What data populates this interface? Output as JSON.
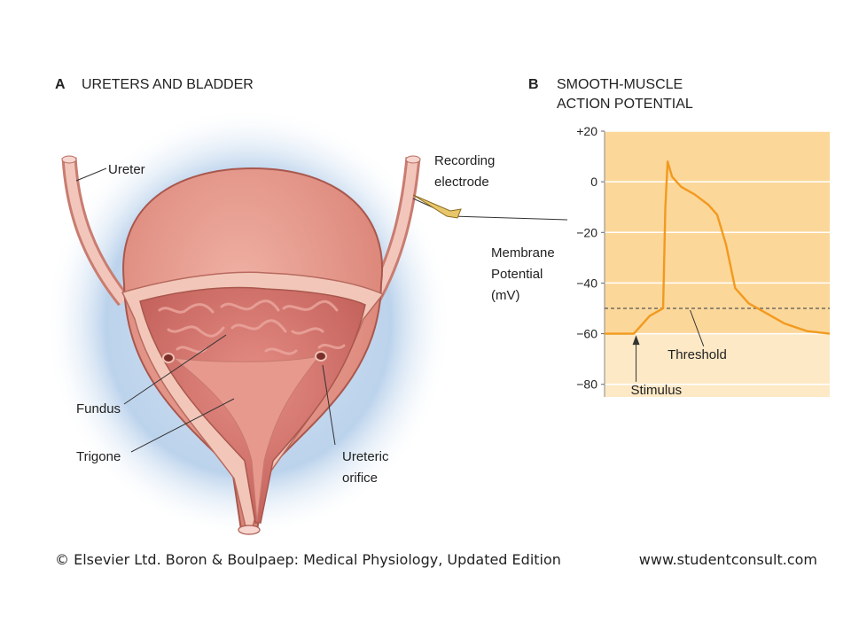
{
  "panel_a": {
    "letter": "A",
    "title": "URETERS AND BLADDER",
    "labels": {
      "ureter": "Ureter",
      "fundus": "Fundus",
      "trigone": "Trigone",
      "ureteric_orifice_line1": "Ureteric",
      "ureteric_orifice_line2": "orifice",
      "recording_line1": "Recording",
      "recording_line2": "electrode"
    }
  },
  "panel_b": {
    "letter": "B",
    "title_line1": "SMOOTH-MUSCLE",
    "title_line2": "ACTION POTENTIAL",
    "ylabel_line1": "Membrane",
    "ylabel_line2": "Potential",
    "ylabel_line3": "(mV)",
    "threshold_label": "Threshold",
    "stimulus_label": "Stimulus"
  },
  "chart_data": {
    "type": "line",
    "ylabel": "Membrane Potential (mV)",
    "ylim": [
      -85,
      20
    ],
    "xlim": [
      0,
      100
    ],
    "yticks": [
      20,
      0,
      -20,
      -40,
      -60,
      -80
    ],
    "ytick_labels": [
      "+20",
      "0",
      "−20",
      "−40",
      "−60",
      "−80"
    ],
    "grid": true,
    "threshold": -50,
    "stimulus_x": 14,
    "series": [
      {
        "x": [
          0,
          13,
          14,
          17,
          20,
          24,
          26,
          27,
          28,
          30,
          34,
          40,
          46,
          50,
          54,
          58,
          64,
          72,
          80,
          90,
          100
        ],
        "y": [
          -60,
          -60,
          -59,
          -56,
          -53,
          -51,
          -50,
          -10,
          8,
          2,
          -2,
          -5,
          -9,
          -13,
          -25,
          -42,
          -48,
          -52,
          -56,
          -59,
          -60
        ]
      }
    ]
  },
  "colors": {
    "chart_bg_upper": "#fcd79a",
    "chart_bg_lower": "#fde9c6",
    "trace": "#f29a1f",
    "bladder_outer": "#e79a8d",
    "bladder_inner": "#cf6f67",
    "halo": "#bcd3ec"
  },
  "credit": {
    "left": "© Elsevier Ltd. Boron & Boulpaep: Medical Physiology, Updated Edition",
    "right": "www.studentconsult.com"
  }
}
